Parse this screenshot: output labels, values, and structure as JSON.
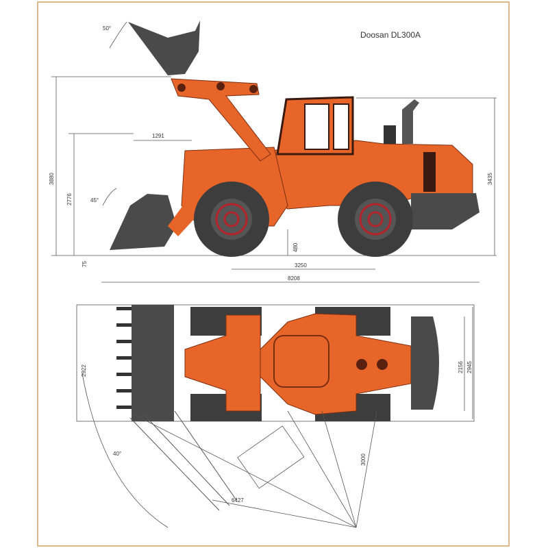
{
  "title": "Doosan DL300A",
  "colors": {
    "body": "#e8652a",
    "dark_parts": "#4a4a4a",
    "tire": "#3d3d3d",
    "hub": "#b3242a",
    "frame": "#d9b98a"
  },
  "side_view": {
    "dims": {
      "dump_angle": "50°",
      "carry_angle": "45°",
      "hinge_height": "3880",
      "dump_clearance": "2776",
      "dump_reach": "1291",
      "dig_depth": "75",
      "ground_clearance": "480",
      "wheelbase": "3250",
      "overall_length": "8208",
      "overall_height": "3435"
    }
  },
  "top_view": {
    "dims": {
      "bucket_width": "2922",
      "tread": "2156",
      "overall_width": "2945",
      "turning_radius": "6427",
      "outer_radius": "3000",
      "articulation_angle": "40°"
    }
  }
}
